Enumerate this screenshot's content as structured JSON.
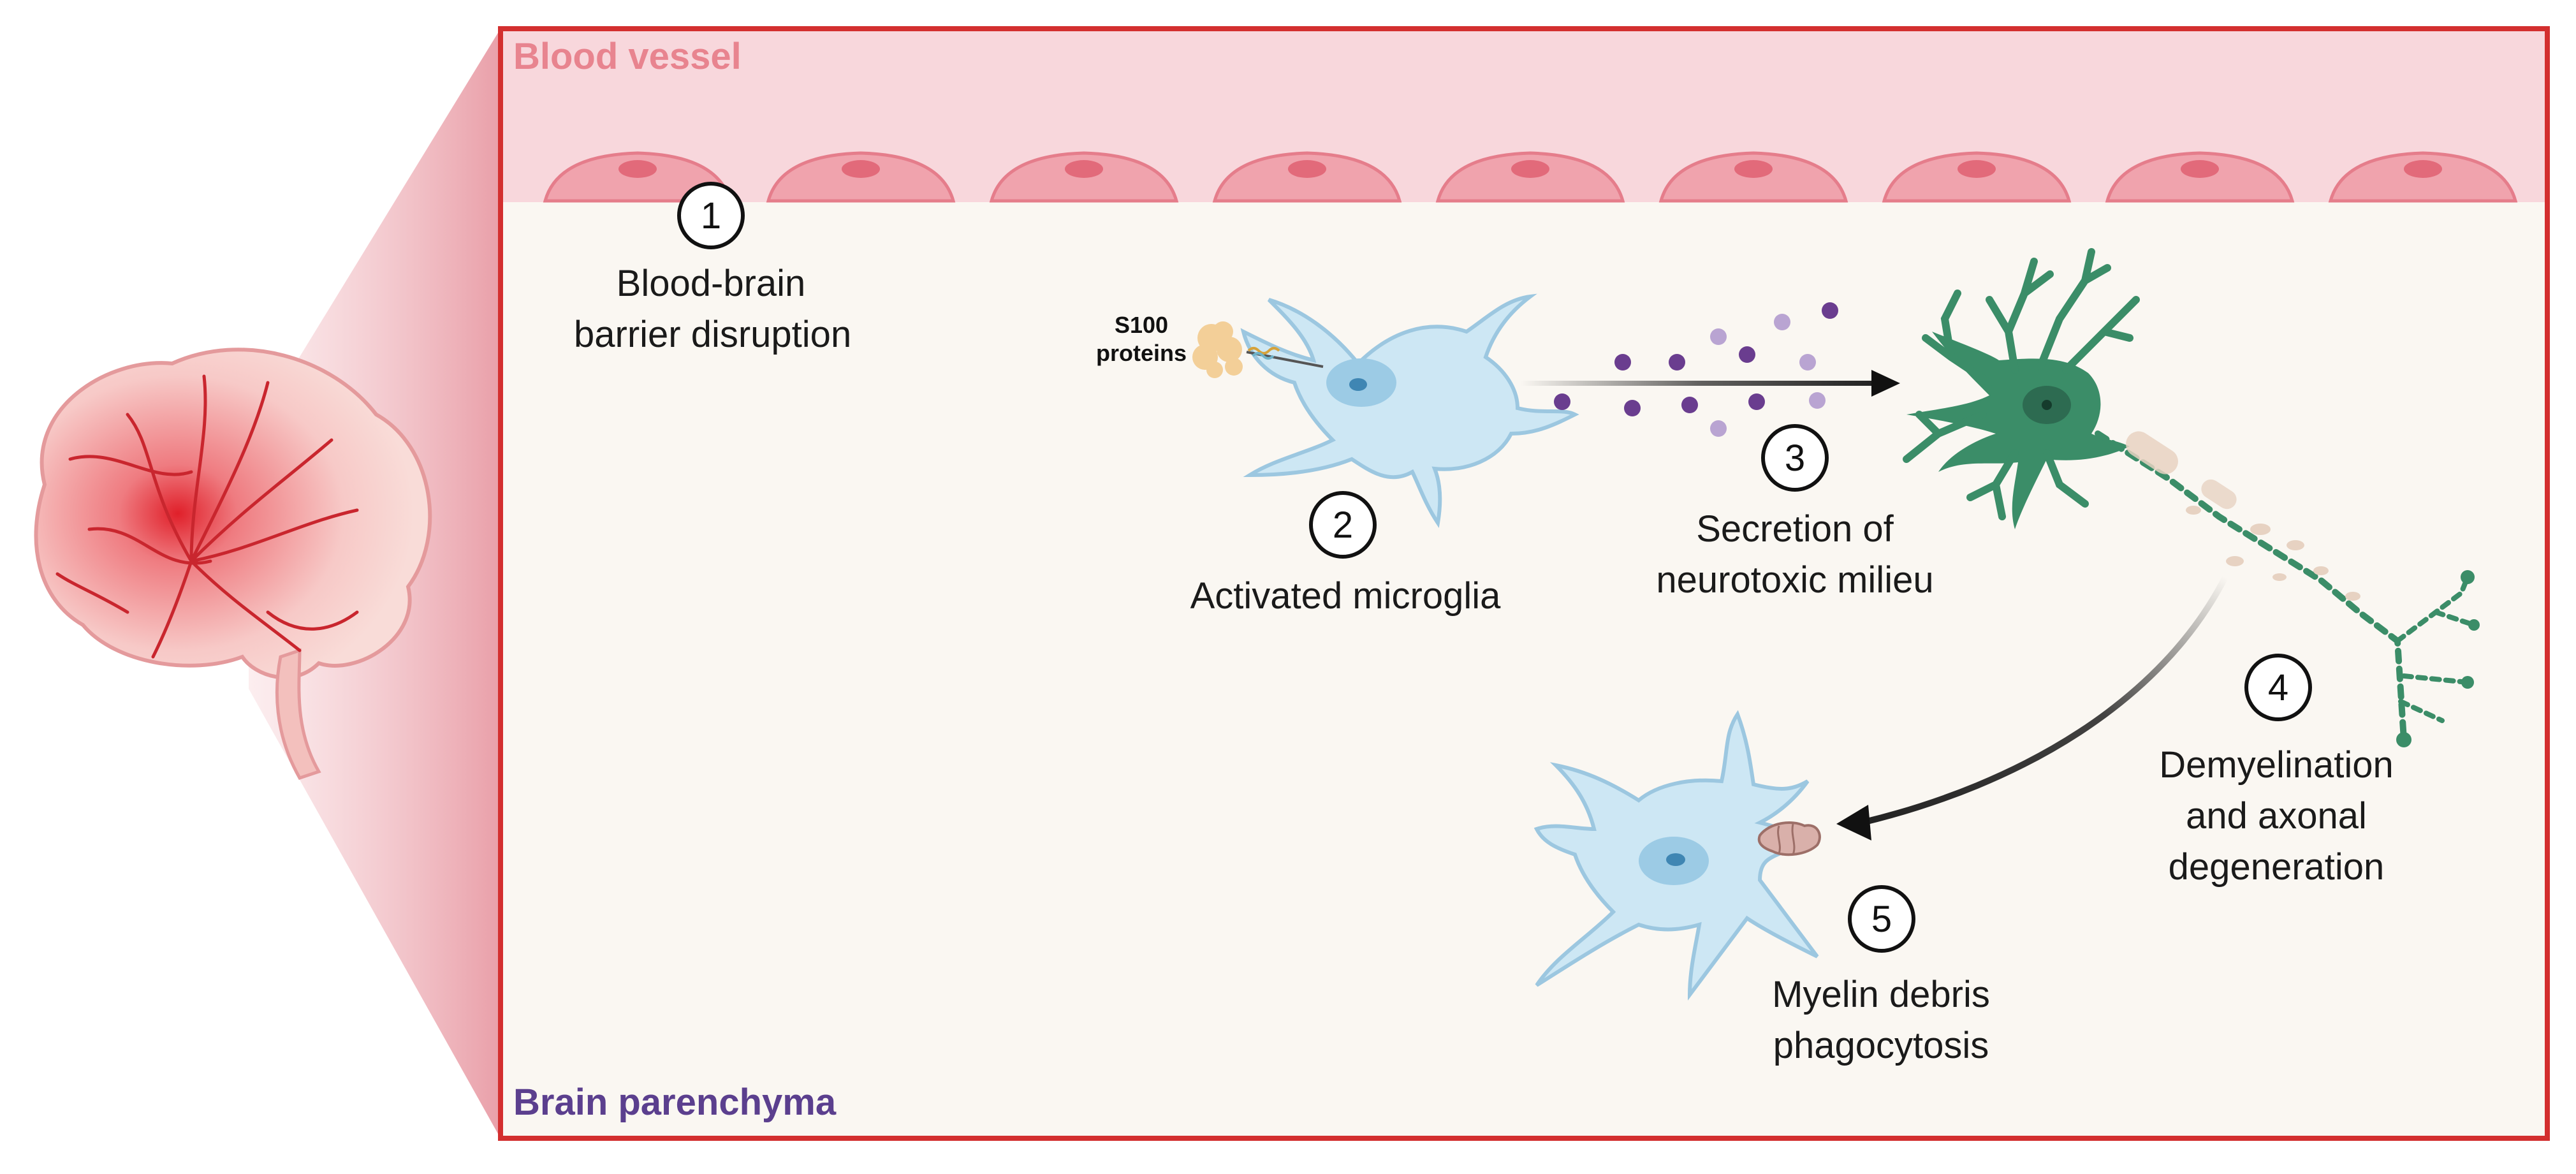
{
  "regions": {
    "top": "Blood vessel",
    "bottom": "Brain parenchyma"
  },
  "steps": [
    {
      "number": "1",
      "lines": [
        "Blood-brain",
        "barrier disruption"
      ]
    },
    {
      "number": "2",
      "lines": [
        "Activated microglia"
      ]
    },
    {
      "number": "3",
      "lines": [
        "Secretion of",
        "neurotoxic milieu"
      ]
    },
    {
      "number": "4",
      "lines": [
        "Demyelination",
        "and axonal",
        "degeneration"
      ]
    },
    {
      "number": "5",
      "lines": [
        "Myelin debris",
        "phagocytosis"
      ]
    }
  ],
  "s100_label": [
    "S100",
    "proteins"
  ],
  "colors": {
    "frame": "#d32f2f",
    "vessel": "#f8d7dc",
    "parenchyma": "#faf7f2",
    "endothelial": "#f0a3ad",
    "microglia": "#cde7f4",
    "neuron": "#3b8d68",
    "region_top": "#e8848f",
    "region_bottom": "#5b3f8e"
  }
}
